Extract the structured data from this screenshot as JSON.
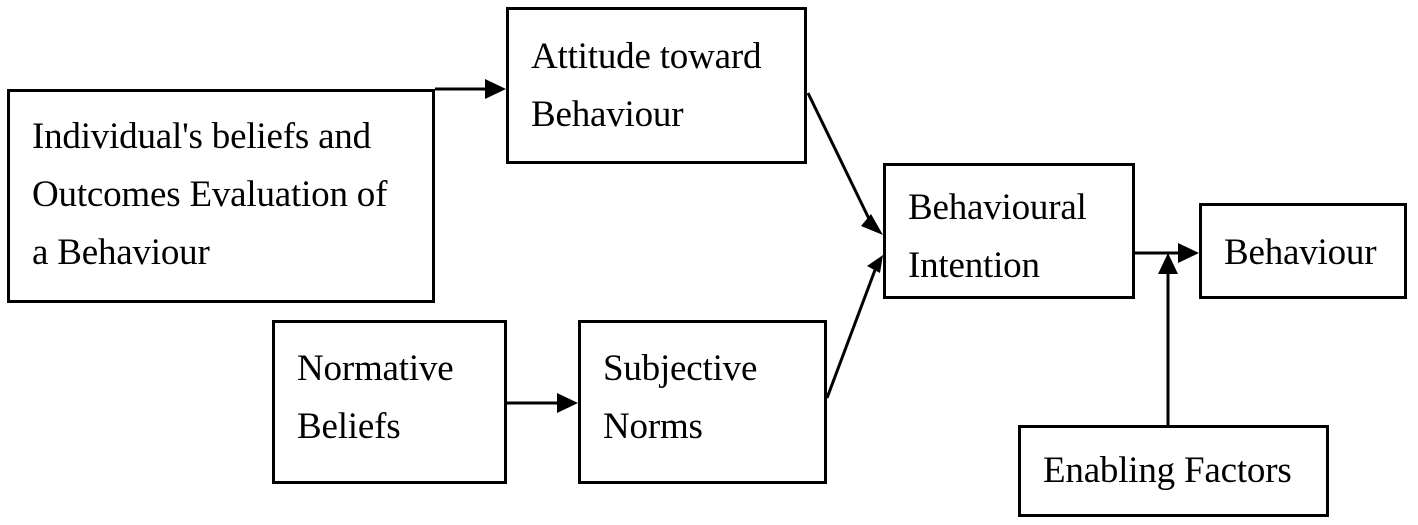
{
  "diagram": {
    "nodes": {
      "beliefs": {
        "label": "Individual's beliefs and\nOutcomes Evaluation of\na Behaviour"
      },
      "attitude": {
        "label": "Attitude toward\nBehaviour"
      },
      "normative": {
        "label": "Normative\nBeliefs"
      },
      "subjective": {
        "label": "Subjective\nNorms"
      },
      "intention": {
        "label": "Behavioural\nIntention"
      },
      "behaviour": {
        "label": "Behaviour"
      },
      "enabling": {
        "label": "Enabling Factors"
      }
    },
    "edges": [
      {
        "from": "beliefs",
        "to": "attitude"
      },
      {
        "from": "normative",
        "to": "subjective"
      },
      {
        "from": "attitude",
        "to": "intention"
      },
      {
        "from": "subjective",
        "to": "intention"
      },
      {
        "from": "intention",
        "to": "behaviour"
      },
      {
        "from": "enabling",
        "to": "intention-behaviour-link"
      }
    ]
  }
}
